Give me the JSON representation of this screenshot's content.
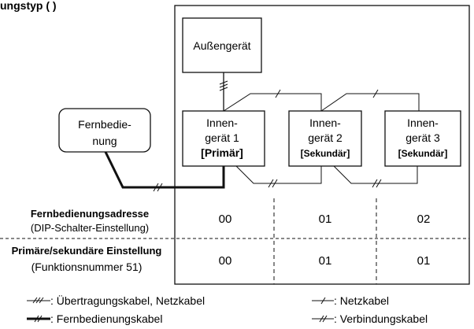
{
  "header": {
    "title": "ungstyp (                )"
  },
  "outdoor_unit": {
    "label": "Außengerät"
  },
  "remote": {
    "line1": "Fernbedie-",
    "line2": "nung"
  },
  "indoor_units": [
    {
      "line1": "Innen-",
      "line2": "gerät 1",
      "role": "[Primär]"
    },
    {
      "line1": "Innen-",
      "line2": "gerät 2",
      "role": "[Sekundär]"
    },
    {
      "line1": "Innen-",
      "line2": "gerät 3",
      "role": "[Sekundär]"
    }
  ],
  "rows": [
    {
      "title": "Fernbedienungsadresse",
      "subtitle": "(DIP-Schalter-Einstellung)",
      "values": [
        "00",
        "01",
        "02"
      ]
    },
    {
      "title": "Primäre/sekundäre Einstellung",
      "subtitle": "(Funktionsnummer 51)",
      "values": [
        "00",
        "01",
        "01"
      ]
    }
  ],
  "legend": [
    {
      "text": ": Übertragungskabel, Netzkabel"
    },
    {
      "text": ": Fernbedienungskabel"
    },
    {
      "text": ": Netzkabel"
    },
    {
      "text": ": Verbindungskabel"
    }
  ]
}
